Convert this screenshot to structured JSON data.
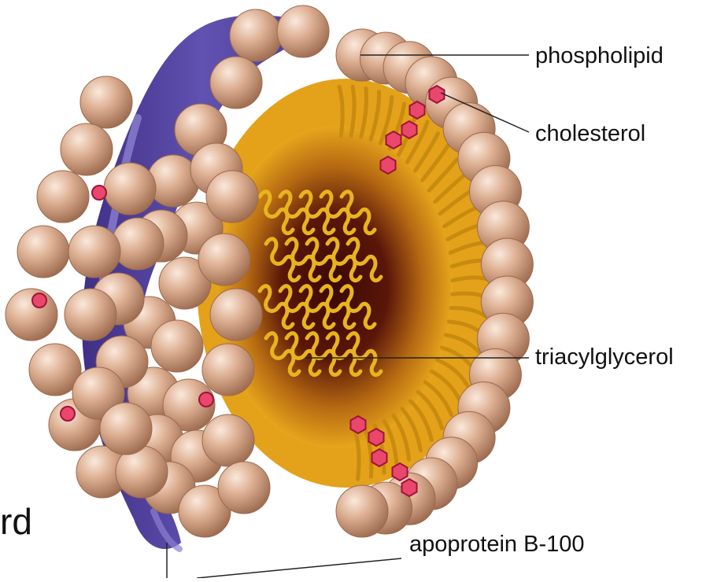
{
  "labels": {
    "phospholipid": "phospholipid",
    "cholesterol": "cholesterol",
    "triacylglycerol": "triacylglycerol",
    "apoprotein": "apoprotein B-100",
    "edge_fragment": "rd"
  },
  "colors": {
    "phospholipid_head": "#d9a98b",
    "phospholipid_head_shade": "#9c6a4e",
    "apoprotein": "#5b4aa3",
    "apoprotein_highlight": "#8b7fd0",
    "core_outer": "#e3a21a",
    "core_inner": "#4a0c05",
    "fatty_tail": "#c98a10",
    "triacylglycerol_chain": "#e8b41e",
    "cholesterol": "#e9476b",
    "cholesterol_outline": "#a01238"
  }
}
